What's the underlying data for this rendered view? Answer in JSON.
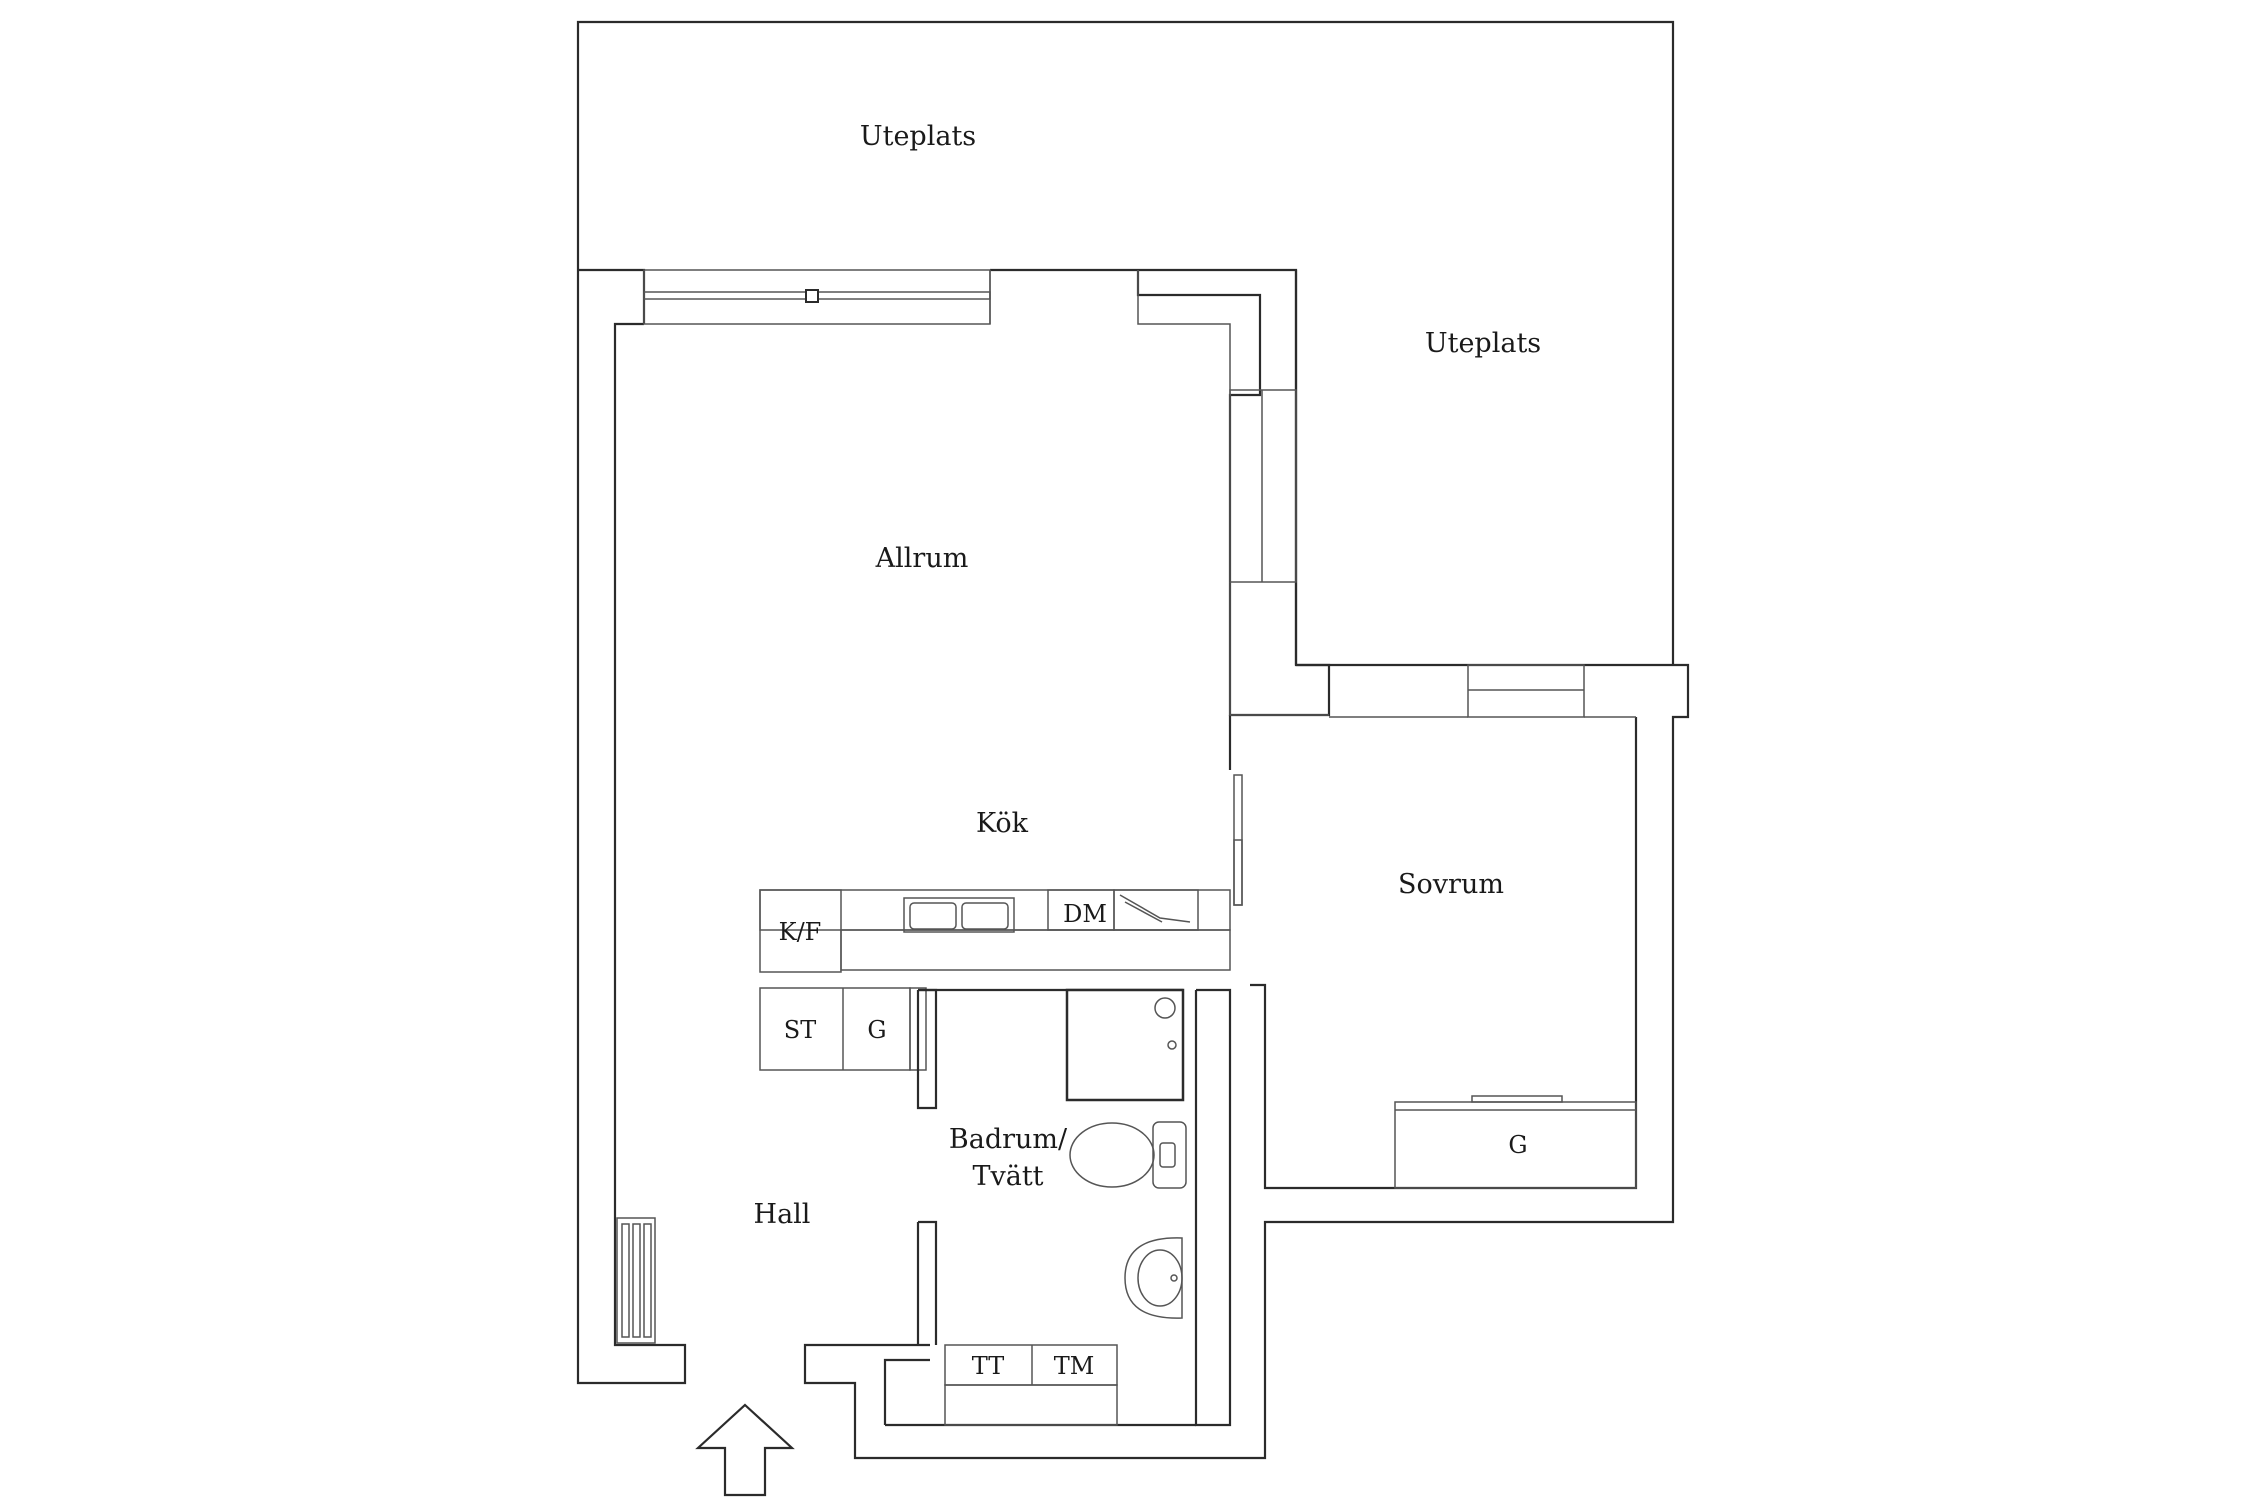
{
  "rooms": {
    "uteplats_north": "Uteplats",
    "uteplats_east": "Uteplats",
    "allrum": "Allrum",
    "kok": "Kök",
    "sovrum": "Sovrum",
    "hall": "Hall",
    "badrum_line1": "Badrum/",
    "badrum_line2": "Tvätt"
  },
  "appliances": {
    "kf": "K/F",
    "dm": "DM",
    "st": "ST",
    "g_kitchen": "G",
    "g_bedroom": "G",
    "tt": "TT",
    "tm": "TM"
  },
  "icons": {
    "entrance": "entrance-arrow-icon",
    "radiator": "radiator-icon",
    "sink": "kitchen-sink-icon",
    "toilet": "toilet-icon",
    "washbasin": "washbasin-icon",
    "shower": "shower-icon"
  },
  "colors": {
    "line": "#2b2b2b",
    "background": "#ffffff"
  }
}
